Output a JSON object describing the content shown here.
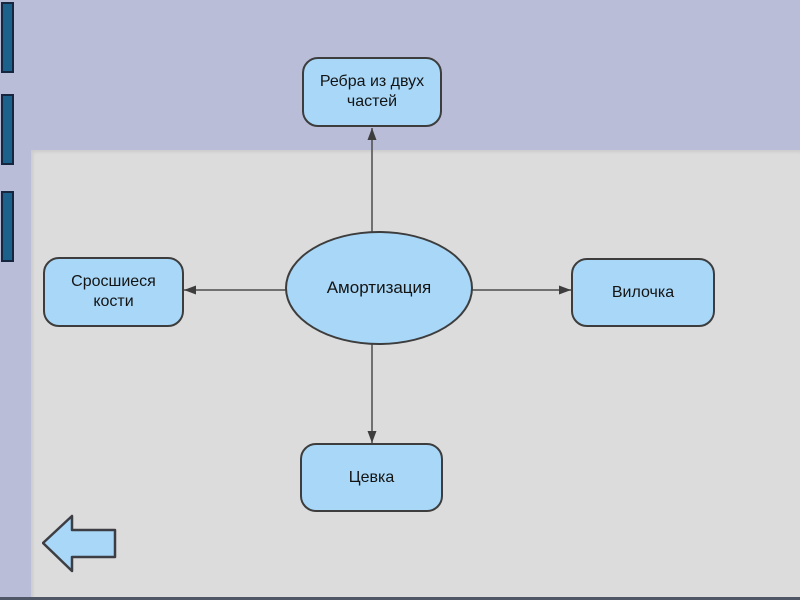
{
  "diagram": {
    "center_label": "Амортизация",
    "nodes": [
      {
        "position": "top",
        "label": "Ребра из двух частей"
      },
      {
        "position": "left",
        "label": "Сросшиеся кости"
      },
      {
        "position": "right",
        "label": "Вилочка"
      },
      {
        "position": "bottom",
        "label": "Цевка"
      }
    ],
    "connections": [
      {
        "from": "center",
        "to": "top"
      },
      {
        "from": "center",
        "to": "left"
      },
      {
        "from": "center",
        "to": "right"
      },
      {
        "from": "center",
        "to": "bottom"
      }
    ]
  },
  "navigation": {
    "back_arrow_icon": "left-block-arrow"
  },
  "colors": {
    "top_band": "#b9bdd7",
    "left_strip": "#b9bdd7",
    "main_area": "#dcdcdc",
    "accent_bar_fill": "#1c608c",
    "accent_bar_border": "#16263e",
    "node_fill": "#a8d7f7",
    "node_border": "#3d3d3d",
    "connector": "#4d4d4d",
    "bottom_line": "#4f5666"
  }
}
